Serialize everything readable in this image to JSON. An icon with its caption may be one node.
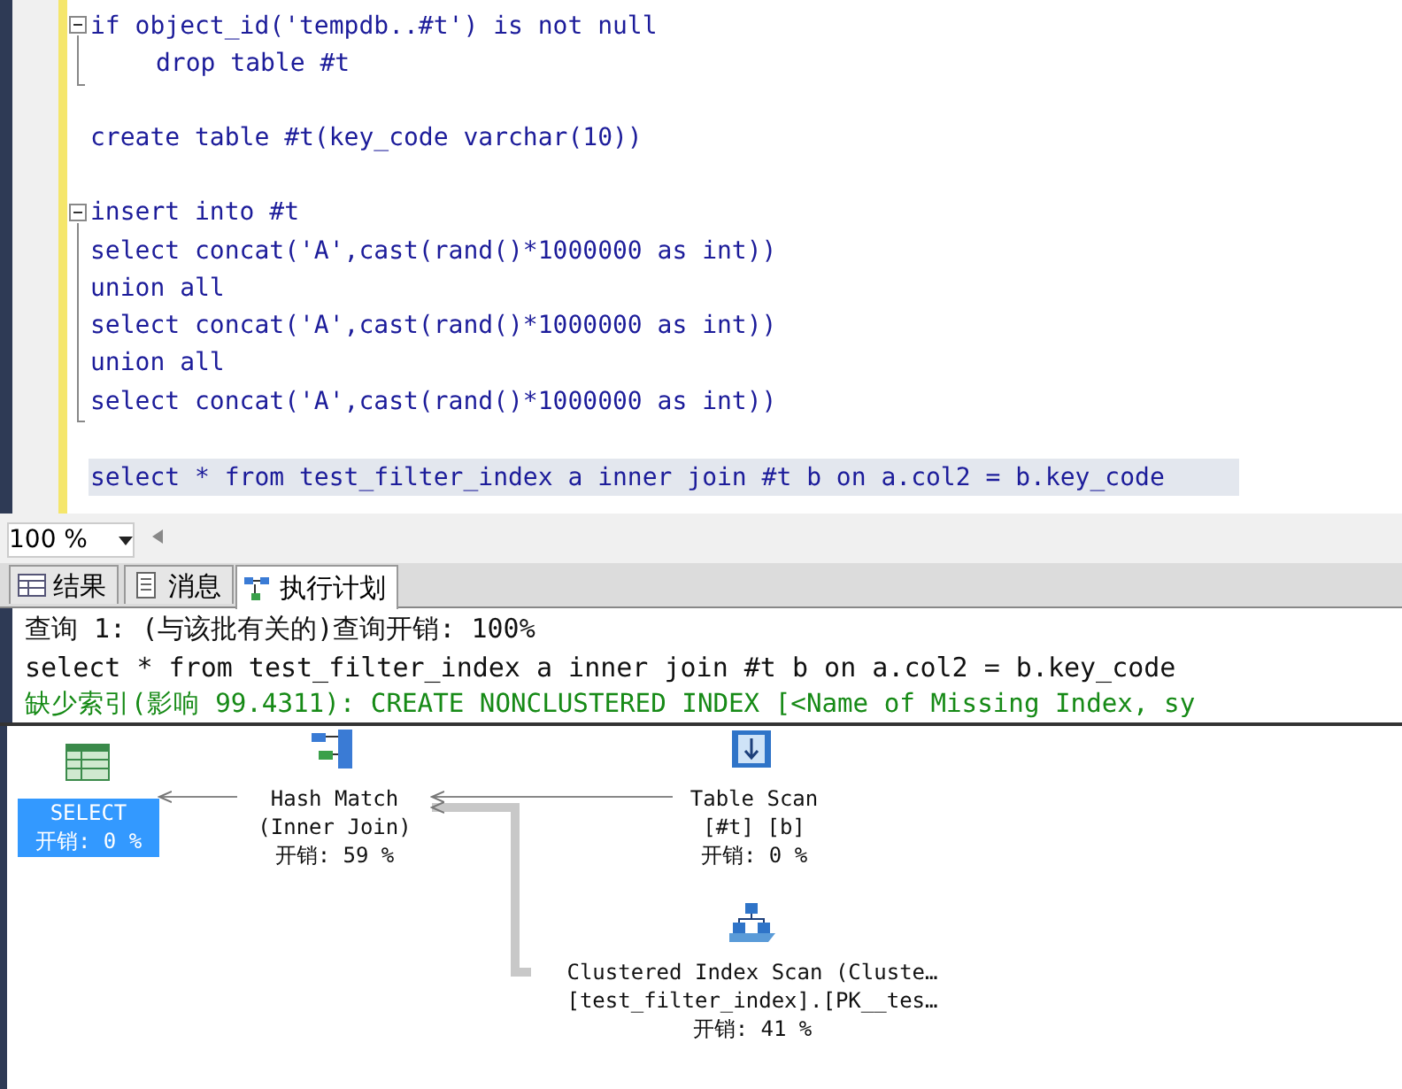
{
  "diagram": {
    "nodes": [
      {
        "text": [
          "SELECT",
          "开销: 0 %"
        ]
      },
      {
        "text": [
          "Hash Match",
          "(Inner Join)",
          "开销: 59 %"
        ]
      },
      {
        "text": [
          "Table Scan",
          "[#t] [b]",
          "开销: 0 %"
        ]
      },
      {
        "text": [
          "Clustered Index Scan (Cluste…",
          "[test_filter_index].[PK__tes…",
          "开销: 41 %"
        ]
      }
    ],
    "edges": [
      {
        "from": 1,
        "to": 0,
        "arrow": "to"
      },
      {
        "from": 2,
        "to": 1,
        "arrow": "to"
      },
      {
        "from": 3,
        "to": 1,
        "arrow": "to",
        "style": "thick",
        "color": "#c8c8c8"
      }
    ],
    "labels": [
      "if object_id('tempdb..#t') is not null",
      "drop table #t",
      "create table #t(key_code varchar(10))",
      "insert into #t",
      "select concat('A',cast(rand()*1000000 as int))",
      "union all",
      "select concat('A',cast(rand()*1000000 as int))",
      "union all",
      "select concat('A',cast(rand()*1000000 as int))",
      "select * from test_filter_index a inner join #t b on a.col2 = b.key_code",
      "100 %",
      "结果",
      "消息",
      "执行计划",
      "查询 1: (与该批有关的)查询开销: 100%",
      "select * from test_filter_index a inner join #t b on a.col2 = b.key_code",
      "缺少索引(影响 99.4311): CREATE NONCLUSTERED INDEX [<Name of Missing Index, sy"
    ]
  }
}
